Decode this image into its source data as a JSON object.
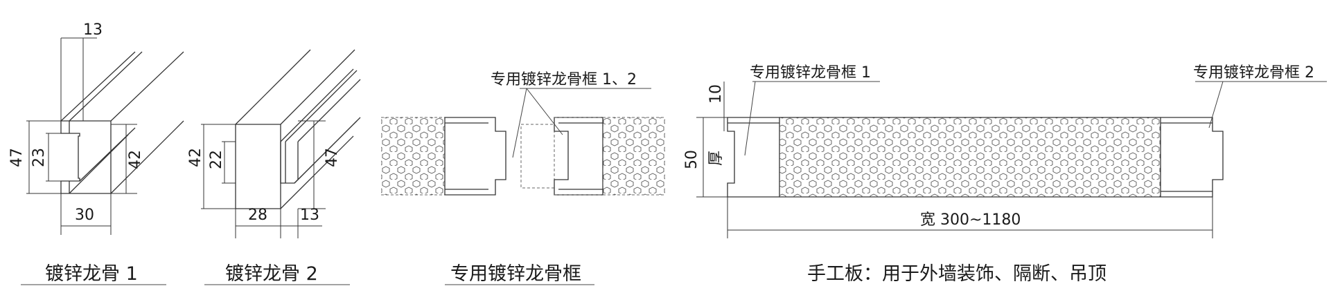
{
  "profile1": {
    "top_dim": "13",
    "height_outer": "47",
    "height_inner": "23",
    "height_right": "42",
    "width_bottom": "30",
    "caption": "镀锌龙骨 1"
  },
  "profile2": {
    "height_left": "42",
    "height_inner": "22",
    "height_right": "47",
    "width_bottom_a": "28",
    "width_bottom_b": "13",
    "caption": "镀锌龙骨 2"
  },
  "frame_section": {
    "callout": "专用镀锌龙骨框 1、2",
    "caption": "专用镀锌龙骨框"
  },
  "panel": {
    "callout_left": "专用镀锌龙骨框 1",
    "callout_right": "专用镀锌龙骨框 2",
    "dim_top": "10",
    "dim_height": "50",
    "thickness_label": "厚",
    "width_label": "宽 300~1180",
    "caption": "手工板：用于外墙装饰、隔断、吊顶"
  }
}
